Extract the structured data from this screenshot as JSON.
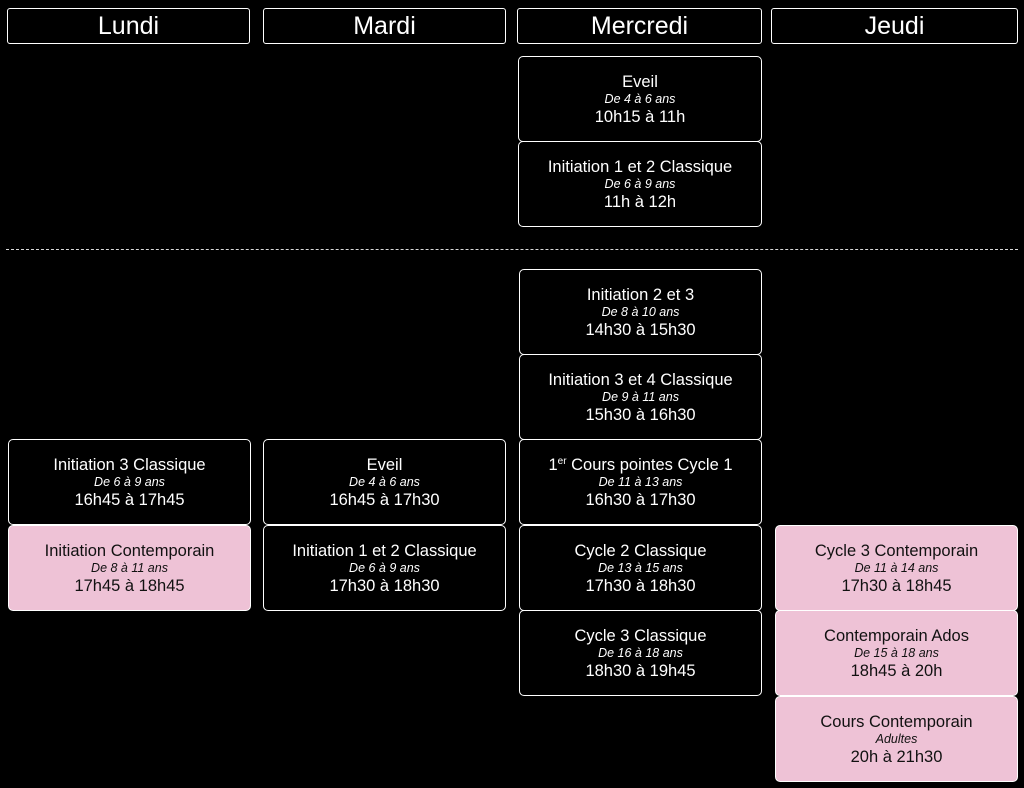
{
  "days": [
    "Lundi",
    "Mardi",
    "Mercredi",
    "Jeudi"
  ],
  "lundi": [
    {
      "title": "Initiation 3 Classique",
      "age": "De 6 à 9 ans",
      "time": "16h45 à 17h45"
    },
    {
      "title": "Initiation Contemporain",
      "age": "De 8 à 11 ans",
      "time": "17h45 à 18h45"
    }
  ],
  "mardi": [
    {
      "title": "Eveil",
      "age": "De 4 à 6 ans",
      "time": "16h45 à 17h30"
    },
    {
      "title": "Initiation 1 et 2 Classique",
      "age": "De 6 à 9 ans",
      "time": "17h30 à 18h30"
    }
  ],
  "mercredi_morning": [
    {
      "title": "Eveil",
      "age": "De 4 à 6 ans",
      "time": "10h15 à 11h"
    },
    {
      "title": "Initiation 1 et 2 Classique",
      "age": "De 6 à 9 ans",
      "time": "11h à 12h"
    }
  ],
  "mercredi": [
    {
      "title": "Initiation 2 et 3",
      "age": "De 8 à 10 ans",
      "time": "14h30 à 15h30"
    },
    {
      "title": "Initiation 3 et 4 Classique",
      "age": "De 9 à 11 ans",
      "time": "15h30 à 16h30"
    },
    {
      "title_prefix": "1",
      "title_sup": "er",
      "title": " Cours pointes Cycle 1",
      "age": "De 11 à 13 ans",
      "time": "16h30 à 17h30"
    },
    {
      "title": "Cycle 2 Classique",
      "age": "De 13 à 15 ans",
      "time": "17h30 à 18h30"
    },
    {
      "title": "Cycle 3 Classique",
      "age": "De 16 à 18 ans",
      "time": "18h30 à 19h45"
    }
  ],
  "jeudi": [
    {
      "title": "Cycle 3 Contemporain",
      "age": "De 11 à 14 ans",
      "time": "17h30 à 18h45"
    },
    {
      "title": "Contemporain Ados",
      "age": "De 15 à 18 ans",
      "time": "18h45 à 20h"
    },
    {
      "title": "Cours Contemporain",
      "age": "Adultes",
      "time": "20h à 21h30"
    }
  ],
  "colors": {
    "classique": "#000000",
    "contemporain": "#eec2d6"
  }
}
